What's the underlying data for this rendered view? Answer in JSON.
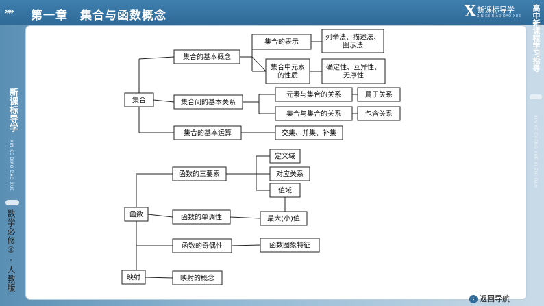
{
  "header": {
    "arrows": "»»",
    "chapter": "第一章　集合与函数概念",
    "logo_letter": "X",
    "logo_text": "新课标导学",
    "logo_pinyin": "XIN KE BIAO DAO XUE"
  },
  "left_bar": {
    "title": "新课标导学",
    "pinyin": "XIN KE BIAO DAO XUE",
    "book": "数学必修①·人教版"
  },
  "right_bar": {
    "title": "高中新课程学习指导",
    "pinyin": "XIN KE CHENG XUE XI ZHI DAO"
  },
  "footer": {
    "nav_label": "返回导航"
  },
  "diagram": {
    "nodes": [
      {
        "id": "jihe",
        "label": "集合"
      },
      {
        "id": "jh_gn",
        "label": "集合的基本概念"
      },
      {
        "id": "jh_bs",
        "label": "集合的表示"
      },
      {
        "id": "bs_ff",
        "label": "列举法、描述法、图示法"
      },
      {
        "id": "jh_ys",
        "label": "集合中元素的性质"
      },
      {
        "id": "ys_xz",
        "label": "确定性、互异性、无序性"
      },
      {
        "id": "jh_gx",
        "label": "集合间的基本关系"
      },
      {
        "id": "ys_jh",
        "label": "元素与集合的关系"
      },
      {
        "id": "sy",
        "label": "属于关系"
      },
      {
        "id": "jh_jh",
        "label": "集合与集合的关系"
      },
      {
        "id": "bh",
        "label": "包含关系"
      },
      {
        "id": "jh_ys2",
        "label": "集合的基本运算"
      },
      {
        "id": "jbj",
        "label": "交集、并集、补集"
      },
      {
        "id": "hanshu",
        "label": "函数"
      },
      {
        "id": "hs_3",
        "label": "函数的三要素"
      },
      {
        "id": "dyy",
        "label": "定义域"
      },
      {
        "id": "dygx",
        "label": "对应关系"
      },
      {
        "id": "zy",
        "label": "值域"
      },
      {
        "id": "hs_dd",
        "label": "函数的单调性"
      },
      {
        "id": "zdz",
        "label": "最大(小)值"
      },
      {
        "id": "hs_jo",
        "label": "函数的奇偶性"
      },
      {
        "id": "hs_tx",
        "label": "函数图象特征"
      },
      {
        "id": "ys",
        "label": "映射"
      },
      {
        "id": "ys_gn",
        "label": "映射的概念"
      }
    ]
  }
}
